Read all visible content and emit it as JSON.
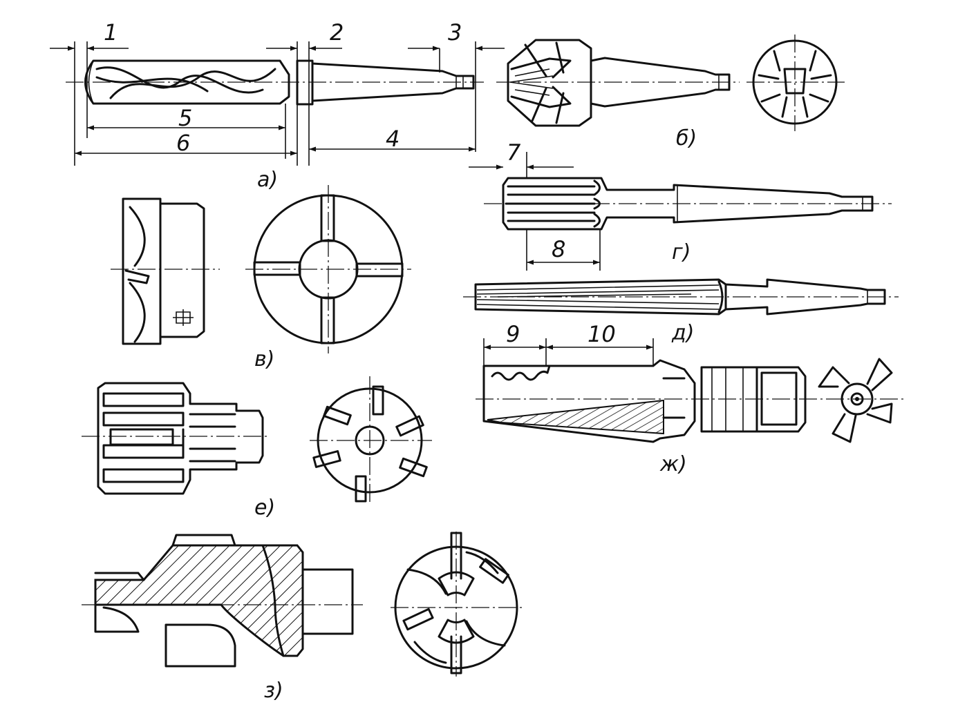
{
  "figures": [
    {
      "id": "a",
      "caption": "а)"
    },
    {
      "id": "b",
      "caption": "б)"
    },
    {
      "id": "v",
      "caption": "в)"
    },
    {
      "id": "g",
      "caption": "г)"
    },
    {
      "id": "d",
      "caption": "д)"
    },
    {
      "id": "e",
      "caption": "е)"
    },
    {
      "id": "zh",
      "caption": "ж)"
    },
    {
      "id": "z",
      "caption": "з)"
    }
  ],
  "callouts": [
    "1",
    "2",
    "3",
    "4",
    "5",
    "6",
    "7",
    "8",
    "9",
    "10"
  ],
  "colors": {
    "line": "#111111",
    "background": "#ffffff"
  }
}
